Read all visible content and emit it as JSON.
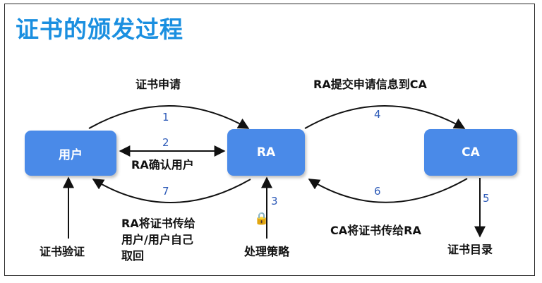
{
  "title": "证书的颁发过程",
  "nodes": {
    "user": "用户",
    "ra": "RA",
    "ca": "CA"
  },
  "labels": {
    "cert_request": "证书申请",
    "ra_submit": "RA提交申请信息到CA",
    "ra_confirm_user": "RA确认用户",
    "ra_give_line1": "RA将证书传给",
    "ra_give_line2": "用户/用户自己",
    "ra_give_line3": "取回",
    "policy": "处理策略",
    "ca_give_ra": "CA将证书传给RA",
    "cert_verify": "证书验证",
    "cert_directory": "证书目录"
  },
  "steps": [
    "1",
    "2",
    "3",
    "4",
    "5",
    "6",
    "7"
  ],
  "colors": {
    "title": "#1a8fe0",
    "node": "#4a8ae8",
    "step": "#2e5bb8"
  }
}
